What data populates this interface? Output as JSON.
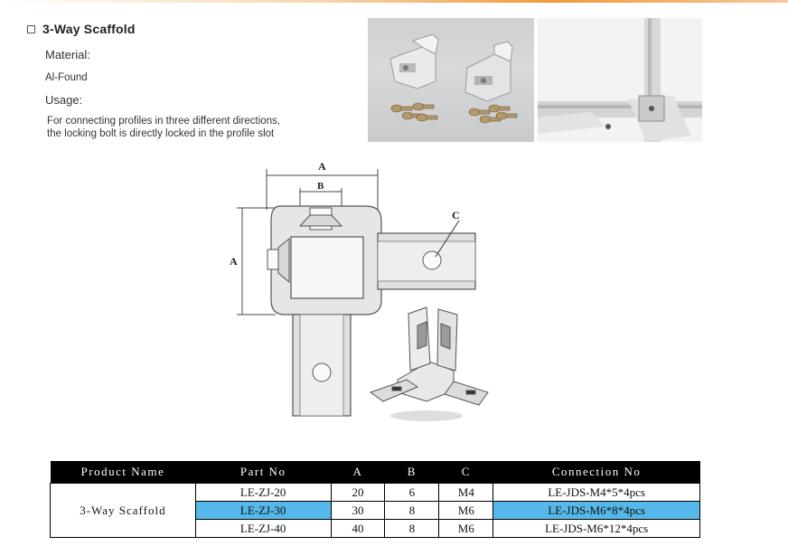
{
  "title": "3-Way Scaffold",
  "material_label": "Material:",
  "material_value": "Al-Found",
  "usage_label": "Usage:",
  "usage_line1": "For connecting profiles in three different directions,",
  "usage_line2": "the locking bolt is directly locked in the profile slot",
  "diagram": {
    "label_a_top": "A",
    "label_b": "B",
    "label_c": "C",
    "label_a_left": "A"
  },
  "table": {
    "headers": [
      "Product Name",
      "Part No",
      "A",
      "B",
      "C",
      "Connection No"
    ],
    "product_name": "3-Way Scaffold",
    "rows": [
      {
        "part": "LE-ZJ-20",
        "a": "20",
        "b": "6",
        "c": "M4",
        "conn": "LE-JDS-M4*5*4pcs"
      },
      {
        "part": "LE-ZJ-30",
        "a": "30",
        "b": "8",
        "c": "M6",
        "conn": "LE-JDS-M6*8*4pcs"
      },
      {
        "part": "LE-ZJ-40",
        "a": "40",
        "b": "8",
        "c": "M6",
        "conn": "LE-JDS-M6*12*4pcs"
      }
    ]
  },
  "colors": {
    "highlight": "#55b8e8",
    "header_bg": "#000000",
    "accent": "#f29a3a"
  }
}
